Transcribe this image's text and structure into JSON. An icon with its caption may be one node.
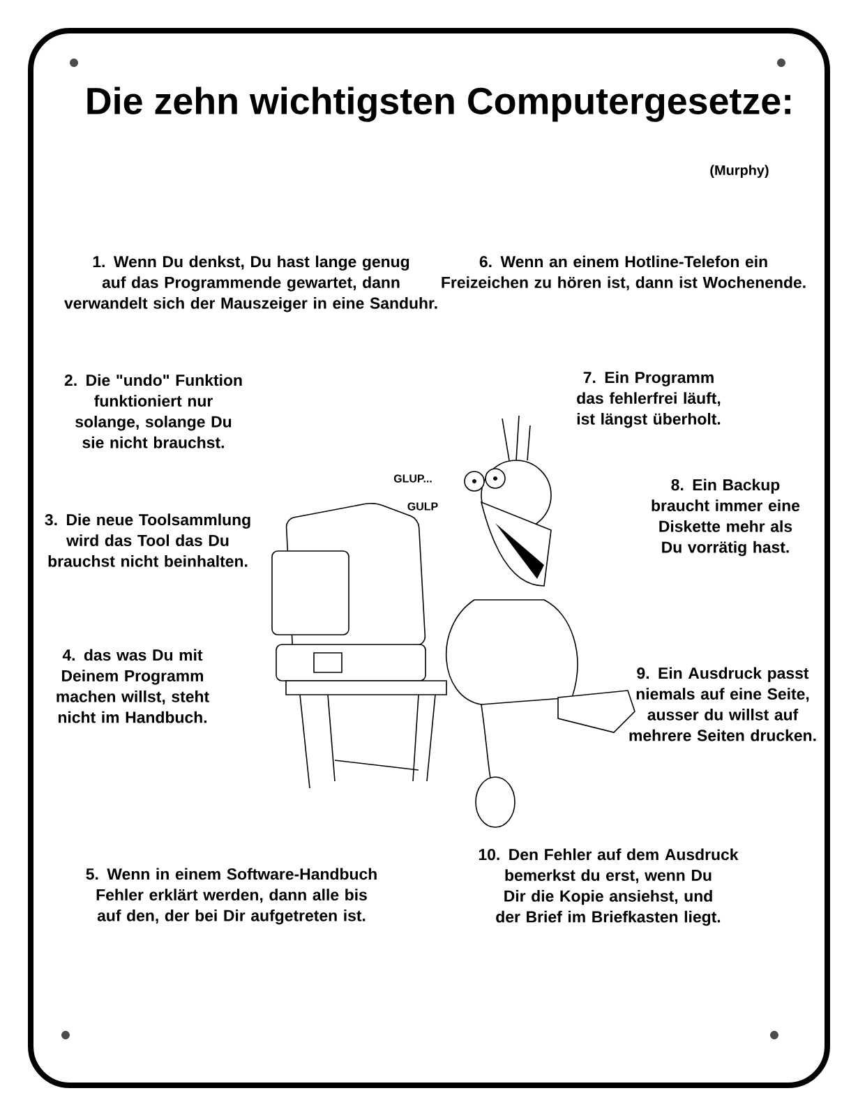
{
  "diagram": {
    "title": "Die zehn wichtigsten Computergesetze:",
    "labels": [
      "(Murphy)",
      "1. Wenn Du denkst, Du hast lange genug auf das Programmende gewartet, dann verwandelt sich der Mauszeiger in eine Sanduhr.",
      "6. Wenn an einem Hotline-Telefon ein Freizeichen zu hören ist, dann ist Wochenende.",
      "2. Die \"undo\" Funktion funktioniert nur solange, solange Du sie nicht brauchst.",
      "7. Ein Programm das fehlerfrei läuft, ist längst überholt.",
      "GLUP...",
      "GULP",
      "8. Ein Backup braucht immer eine Diskette mehr als Du vorrätig hast.",
      "3. Die neue Toolsammlung wird das Tool das Du brauchst nicht beinhalten.",
      "4. das was Du mit Deinem Programm machen willst, steht nicht im Handbuch.",
      "9. Ein Ausdruck passt niemals auf eine Seite, ausser du willst auf mehrere Seiten drucken.",
      "10. Den Fehler auf dem Ausdruck bemerkst du erst, wenn Du Dir die Kopie ansiehst, und der Brief im Briefkasten liegt.",
      "5. Wenn in einem Software-Handbuch Fehler erklärt werden, dann alle bis auf den, der bei Dir aufgetreten ist."
    ]
  }
}
